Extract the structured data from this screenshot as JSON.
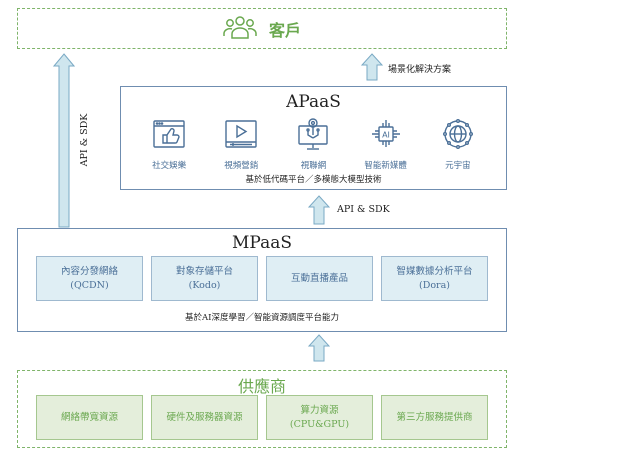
{
  "customer": {
    "icon": "people-group-icon",
    "label": "客戶"
  },
  "arrows": {
    "left_vertical_label": "API & SDK",
    "apaas_to_customer_label": "場景化解決方案",
    "mpaas_to_apaas_label": "API & SDK"
  },
  "apaas": {
    "title": "APaaS",
    "items": [
      {
        "icon": "thumbs-up-browser-icon",
        "label": "社交娛樂"
      },
      {
        "icon": "video-player-icon",
        "label": "視頻營銷"
      },
      {
        "icon": "iot-monitor-icon",
        "label": "視聯網"
      },
      {
        "icon": "ai-chip-icon",
        "label": "智能新媒體"
      },
      {
        "icon": "metaverse-globe-icon",
        "label": "元宇宙"
      }
    ],
    "footnote": "基於低代碼平台／多模態大模型技術"
  },
  "mpaas": {
    "title": "MPaaS",
    "modules": [
      {
        "line1": "內容分發網絡",
        "line2": "(QCDN)"
      },
      {
        "line1": "對象存儲平台",
        "line2": "(Kodo)"
      },
      {
        "line1": "互動直播產品",
        "line2": ""
      },
      {
        "line1": "智媒數據分析平台",
        "line2": "(Dora)"
      }
    ],
    "footnote": "基於AI深度學習／智能資源調度平台能力"
  },
  "supplier": {
    "title": "供應商",
    "modules": [
      {
        "line1": "網絡帶寬資源",
        "line2": ""
      },
      {
        "line1": "硬件及服務器資源",
        "line2": ""
      },
      {
        "line1": "算力資源",
        "line2": "(CPU&GPU)"
      },
      {
        "line1": "第三方服務提供商",
        "line2": ""
      }
    ]
  },
  "colors": {
    "green": "#6aa84f",
    "blue_border": "#6f8db0",
    "blue_fill": "#dfeef4",
    "arrow_fill": "#cfe6ee",
    "icon_blue": "#4a6f97"
  }
}
